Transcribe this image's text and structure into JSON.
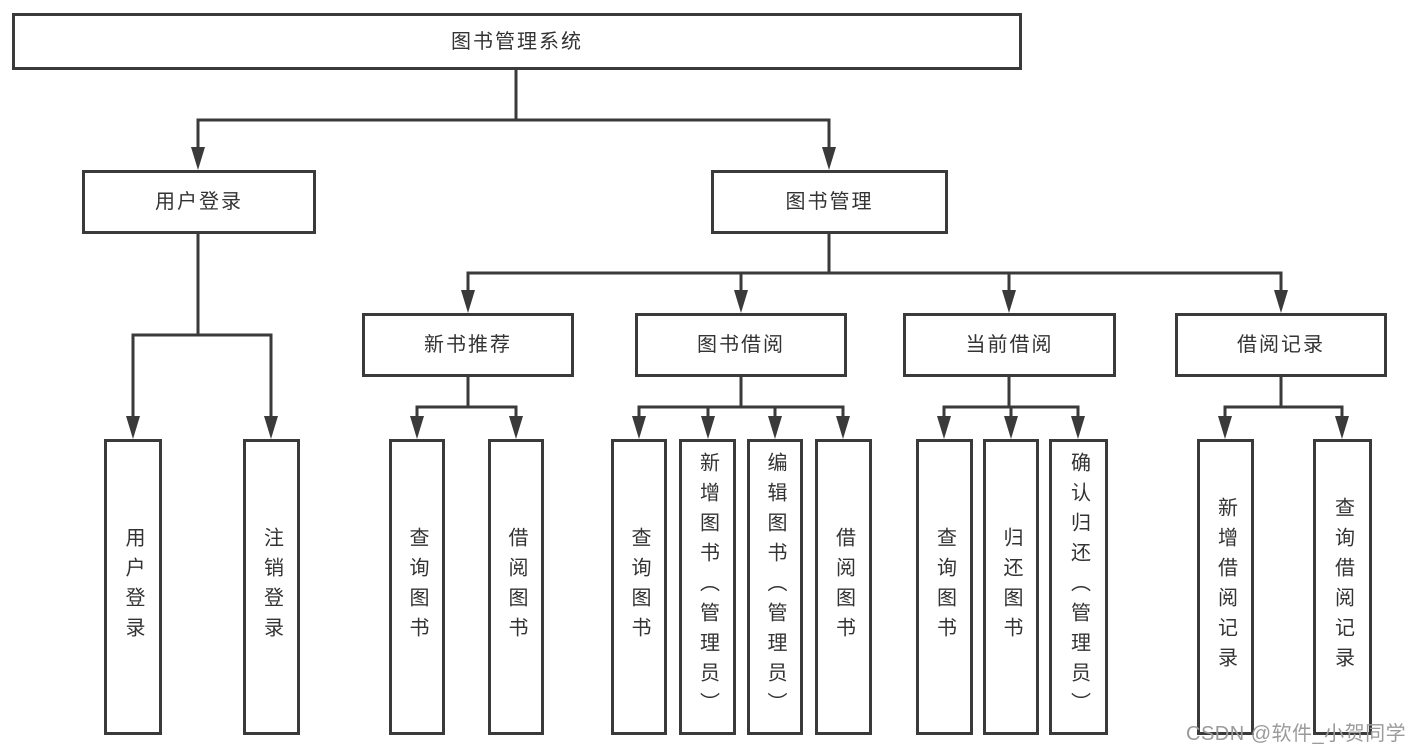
{
  "tree": {
    "root": {
      "label": "图书管理系统"
    },
    "children": [
      {
        "label": "用户登录",
        "children": [
          {
            "label": "用户登录"
          },
          {
            "label": "注销登录"
          }
        ]
      },
      {
        "label": "图书管理",
        "children": [
          {
            "label": "新书推荐",
            "children": [
              {
                "label": "查询图书"
              },
              {
                "label": "借阅图书"
              }
            ]
          },
          {
            "label": "图书借阅",
            "children": [
              {
                "label": "查询图书"
              },
              {
                "label": "新增图书（管理员）"
              },
              {
                "label": "编辑图书（管理员）"
              },
              {
                "label": "借阅图书"
              }
            ]
          },
          {
            "label": "当前借阅",
            "children": [
              {
                "label": "查询图书"
              },
              {
                "label": "归还图书"
              },
              {
                "label": "确认归还（管理员）"
              }
            ]
          },
          {
            "label": "借阅记录",
            "children": [
              {
                "label": "新增借阅记录"
              },
              {
                "label": "查询借阅记录"
              }
            ]
          }
        ]
      }
    ]
  },
  "watermark": {
    "text": "CSDN @软件_小贺同学"
  },
  "colors": {
    "line": "#3a3a3a",
    "box_border": "#3a3a3a",
    "text": "#333333",
    "background": "#ffffff",
    "watermark": "#9b9b9b"
  }
}
